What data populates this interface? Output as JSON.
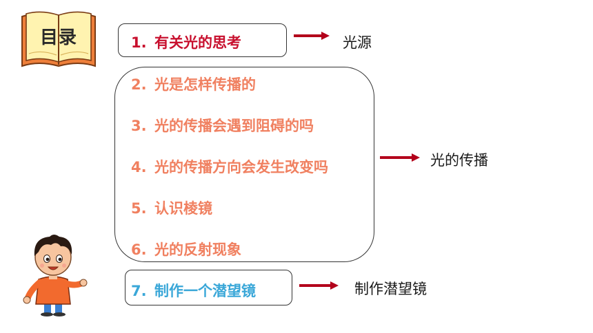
{
  "badge": {
    "title": "目录"
  },
  "items": [
    {
      "num": "1.",
      "text": "有关光的思考"
    },
    {
      "num": "2.",
      "text": "光是怎样传播的"
    },
    {
      "num": "3.",
      "text": "光的传播会遇到阻碍的吗"
    },
    {
      "num": "4.",
      "text": "光的传播方向会发生改变吗"
    },
    {
      "num": "5.",
      "text": "认识棱镜"
    },
    {
      "num": "6.",
      "text": "光的反射现象"
    },
    {
      "num": "7.",
      "text": "制作一个潜望镜"
    }
  ],
  "categories": [
    {
      "label": "光源"
    },
    {
      "label": "光的传播"
    },
    {
      "label": "制作潜望镜"
    }
  ],
  "colors": {
    "item_1": "#c8102e",
    "items_2_6": "#f08060",
    "item_7": "#3aa7d8",
    "arrow": "#b3001b"
  },
  "icons": {
    "badge": "open-book-icon",
    "mascot": "cartoon-boy-icon",
    "arrows": "right-arrow-icon"
  }
}
